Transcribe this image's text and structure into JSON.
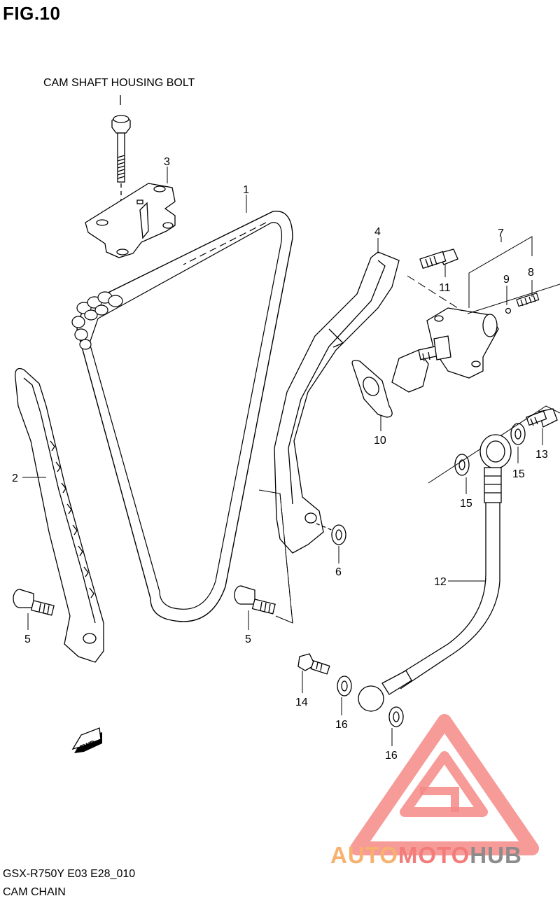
{
  "figure": {
    "title": "FIG.10",
    "note_bolt": "CAM SHAFT HOUSING BOLT",
    "model_code": "GSX-R750Y E03 E28_010",
    "part_group": "CAM CHAIN"
  },
  "fwd_badge": "FWD",
  "watermark": {
    "part1": "AUTO",
    "part2": "MOTO",
    "part3": "HUB",
    "colors": [
      "#f7b16e",
      "#f37c7a",
      "#8c8c8c"
    ]
  },
  "callouts": {
    "c1": "1",
    "c2": "2",
    "c3": "3",
    "c4": "4",
    "c5a": "5",
    "c5b": "5",
    "c6": "6",
    "c7": "7",
    "c8": "8",
    "c9": "9",
    "c10": "10",
    "c11": "11",
    "c12": "12",
    "c13": "13",
    "c14": "14",
    "c15a": "15",
    "c15b": "15",
    "c16a": "16",
    "c16b": "16"
  }
}
